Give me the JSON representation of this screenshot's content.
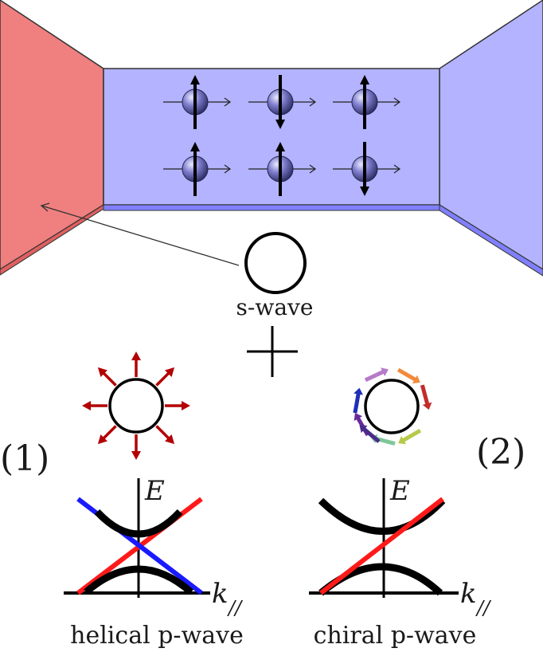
{
  "labels": {
    "s_wave": "s-wave",
    "helical": "helical p-wave",
    "chiral": "chiral p-wave",
    "panel_1": "(1)",
    "panel_2": "(2)",
    "energy_axis": "E",
    "momentum_axis": "k",
    "momentum_subscript": "//"
  },
  "spins": [
    {
      "row": 1,
      "col": 1,
      "direction": "up"
    },
    {
      "row": 1,
      "col": 2,
      "direction": "down"
    },
    {
      "row": 1,
      "col": 3,
      "direction": "up"
    },
    {
      "row": 2,
      "col": 1,
      "direction": "up"
    },
    {
      "row": 2,
      "col": 2,
      "direction": "up"
    },
    {
      "row": 2,
      "col": 3,
      "direction": "down"
    }
  ],
  "colors": {
    "left_lead": "#f07f7f",
    "channel": "#b3b3ff",
    "right_lead": "#b3b3ff",
    "lead_edge": "#8080ff",
    "radial_arrows": "#b30000",
    "dispersion_red": "#ff1a1a",
    "dispersion_blue": "#1a1aff",
    "band": "#000000"
  },
  "chiral_arrow_colors": [
    "#b57ac9",
    "#f28a3b",
    "#c42b2b",
    "#1f2fb8",
    "#6a2a9a",
    "#7fc79a",
    "#b8c94a",
    "#4a2b8a"
  ]
}
